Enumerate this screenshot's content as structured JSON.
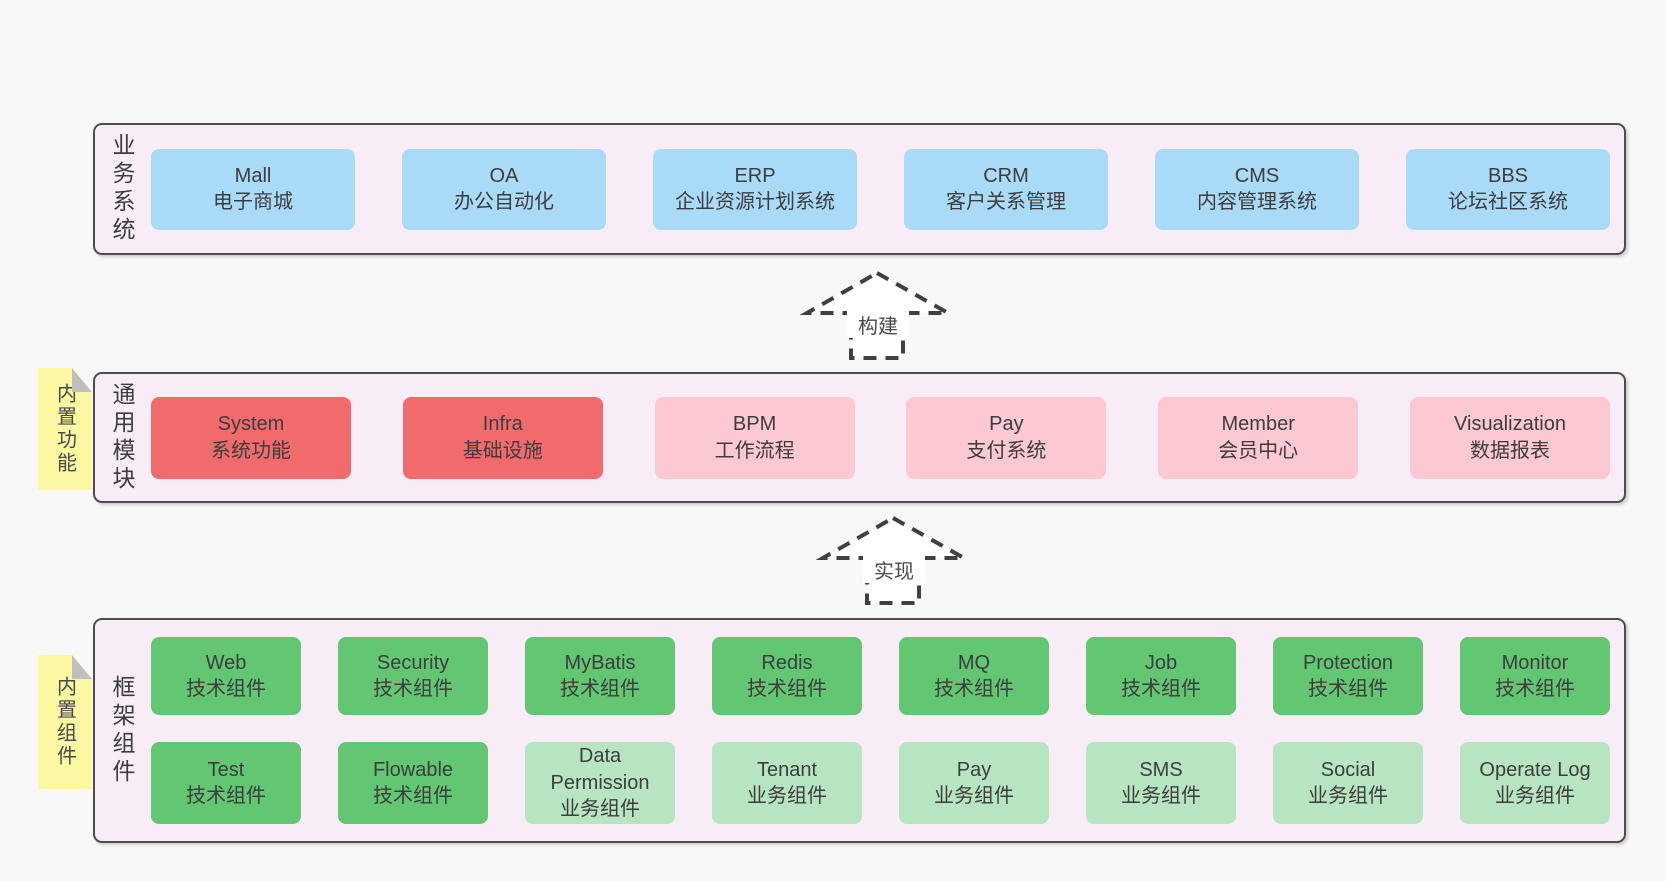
{
  "colors": {
    "page_bg": "#f8f8f8",
    "band_bg": "#f8edf6",
    "band_border": "#4d4d4d",
    "blue_box": "#a9daf7",
    "red_box": "#f16b6c",
    "pink_box": "#fcc8d2",
    "green_dark_box": "#63c672",
    "green_light_box": "#b8e5c1",
    "note_yellow": "#fbf7a2",
    "note_fold_gray": "#bfbfbf",
    "arrow_dash": "#404040",
    "text": "#3d3d3d"
  },
  "bands": {
    "business": {
      "label": "业务系统",
      "boxes": [
        {
          "title": "Mall",
          "subtitle": "电子商城"
        },
        {
          "title": "OA",
          "subtitle": "办公自动化"
        },
        {
          "title": "ERP",
          "subtitle": "企业资源计划系统"
        },
        {
          "title": "CRM",
          "subtitle": "客户关系管理"
        },
        {
          "title": "CMS",
          "subtitle": "内容管理系统"
        },
        {
          "title": "BBS",
          "subtitle": "论坛社区系统"
        }
      ]
    },
    "modules": {
      "label": "通用模块",
      "note": "内置功能",
      "boxes": [
        {
          "title": "System",
          "subtitle": "系统功能",
          "variant": "red"
        },
        {
          "title": "Infra",
          "subtitle": "基础设施",
          "variant": "red"
        },
        {
          "title": "BPM",
          "subtitle": "工作流程",
          "variant": "pink"
        },
        {
          "title": "Pay",
          "subtitle": "支付系统",
          "variant": "pink"
        },
        {
          "title": "Member",
          "subtitle": "会员中心",
          "variant": "pink"
        },
        {
          "title": "Visualization",
          "subtitle": "数据报表",
          "variant": "pink"
        }
      ]
    },
    "components": {
      "label": "框架组件",
      "note": "内置组件",
      "row1": [
        {
          "title": "Web",
          "subtitle": "技术组件",
          "variant": "green-dark"
        },
        {
          "title": "Security",
          "subtitle": "技术组件",
          "variant": "green-dark"
        },
        {
          "title": "MyBatis",
          "subtitle": "技术组件",
          "variant": "green-dark"
        },
        {
          "title": "Redis",
          "subtitle": "技术组件",
          "variant": "green-dark"
        },
        {
          "title": "MQ",
          "subtitle": "技术组件",
          "variant": "green-dark"
        },
        {
          "title": "Job",
          "subtitle": "技术组件",
          "variant": "green-dark"
        },
        {
          "title": "Protection",
          "subtitle": "技术组件",
          "variant": "green-dark"
        },
        {
          "title": "Monitor",
          "subtitle": "技术组件",
          "variant": "green-dark"
        }
      ],
      "row2": [
        {
          "title": "Test",
          "subtitle": "技术组件",
          "variant": "green-dark"
        },
        {
          "title": "Flowable",
          "subtitle": "技术组件",
          "variant": "green-dark"
        },
        {
          "title": "Data Permission",
          "subtitle": "业务组件",
          "variant": "green-light"
        },
        {
          "title": "Tenant",
          "subtitle": "业务组件",
          "variant": "green-light"
        },
        {
          "title": "Pay",
          "subtitle": "业务组件",
          "variant": "green-light"
        },
        {
          "title": "SMS",
          "subtitle": "业务组件",
          "variant": "green-light"
        },
        {
          "title": "Social",
          "subtitle": "业务组件",
          "variant": "green-light"
        },
        {
          "title": "Operate Log",
          "subtitle": "业务组件",
          "variant": "green-light"
        }
      ]
    }
  },
  "arrows": {
    "build": {
      "label": "构建"
    },
    "implement": {
      "label": "实现"
    }
  }
}
